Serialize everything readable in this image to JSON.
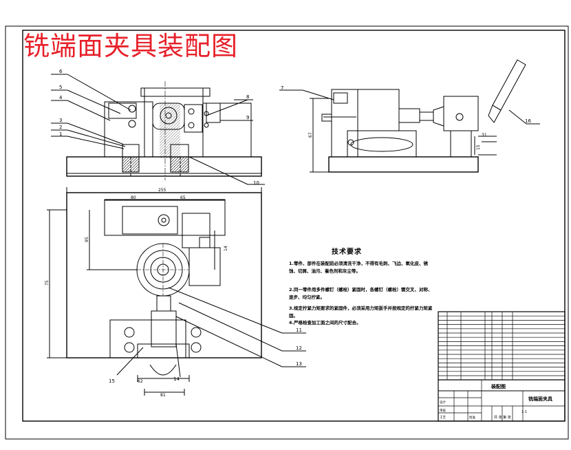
{
  "title": "铣端面夹具装配图",
  "tech_requirements": {
    "heading": "技术要求",
    "items": [
      "1.零件、部件在装配前必须清洗干净，不得有毛刺、飞边、氧化皮、锈蚀、切屑、油污、着色剂和灰尘等。",
      "2.同一零件用多件螺钉（螺栓）紧固时，各螺钉（螺栓）需交叉、对称、逐步、均匀拧紧。",
      "3.规定拧紧力矩要求的紧固件，必须采用力矩扳手并按规定的拧紧力矩紧固。",
      "4.严格检查加工面之间的尺寸配合。"
    ]
  },
  "balloons": {
    "front_view": [
      "6",
      "5",
      "4",
      "3",
      "2",
      "1",
      "8",
      "9",
      "10"
    ],
    "side_view": [
      "7",
      "16"
    ],
    "top_view": [
      "11",
      "12",
      "13",
      "15",
      "14"
    ]
  },
  "dimensions": {
    "overall_width": "255",
    "upper_left": "80",
    "upper_right": "65",
    "left_height": "95",
    "overall_height": "75",
    "small_height": "14",
    "bottom_a": "62",
    "bottom_b": "81",
    "side_height": "67",
    "side_small": "15",
    "side_offset": "31"
  },
  "title_block": {
    "drawing_name": "装配图",
    "part_name": "铣端面夹具",
    "scale": "1:1",
    "sheet": "共  张  第  张",
    "label_designer": "设计",
    "label_check": "审核",
    "label_process": "工艺",
    "label_approve": "批准"
  },
  "colors": {
    "title": "#e8202a",
    "line": "#000000",
    "background": "#ffffff"
  }
}
